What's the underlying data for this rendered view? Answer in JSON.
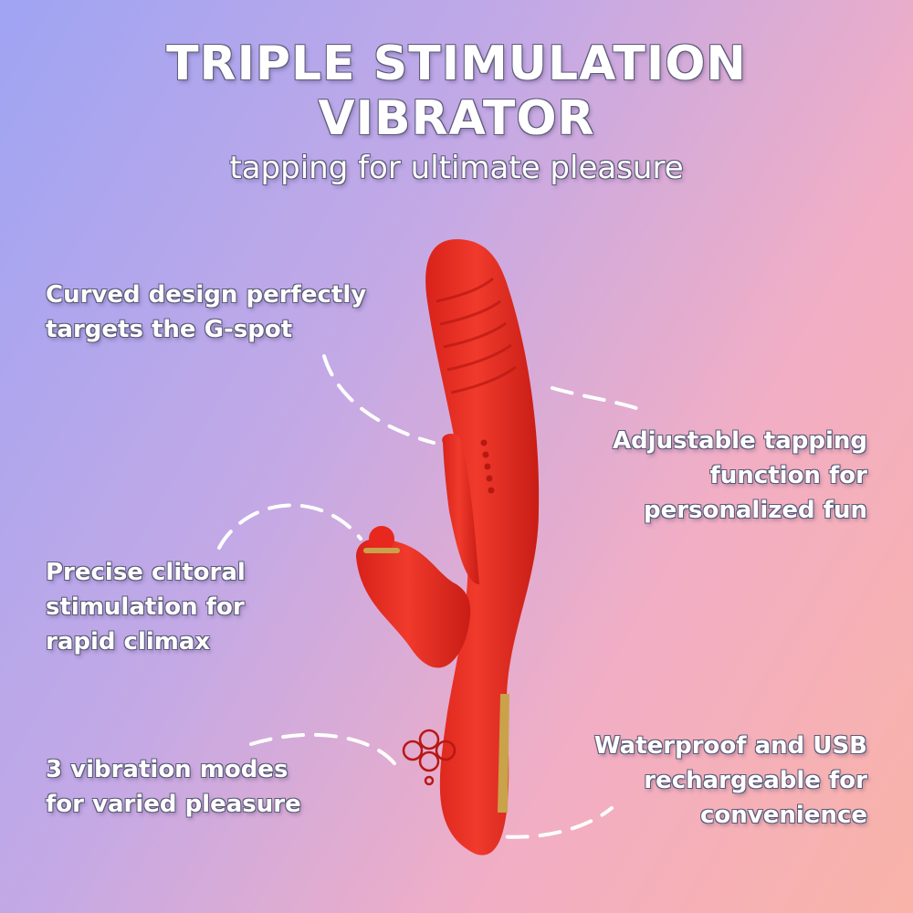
{
  "header": {
    "title_line1": "TRIPLE STIMULATION",
    "title_line2": "VIBRATOR",
    "subtitle": "tapping for ultimate pleasure"
  },
  "features": [
    {
      "lines": [
        "Curved design perfectly",
        "targets the G-spot"
      ]
    },
    {
      "lines": [
        "Adjustable tapping",
        "function for",
        "personalized fun"
      ]
    },
    {
      "lines": [
        "Precise clitoral",
        "stimulation for",
        "rapid climax"
      ]
    },
    {
      "lines": [
        "3 vibration modes",
        "for varied pleasure"
      ]
    },
    {
      "lines": [
        "Waterproof and USB",
        "rechargeable for",
        "convenience"
      ]
    }
  ],
  "colors": {
    "product": "#e8281f",
    "product_shade": "#b81812",
    "accent_gold": "#c9a24a",
    "text": "#ffffff"
  }
}
